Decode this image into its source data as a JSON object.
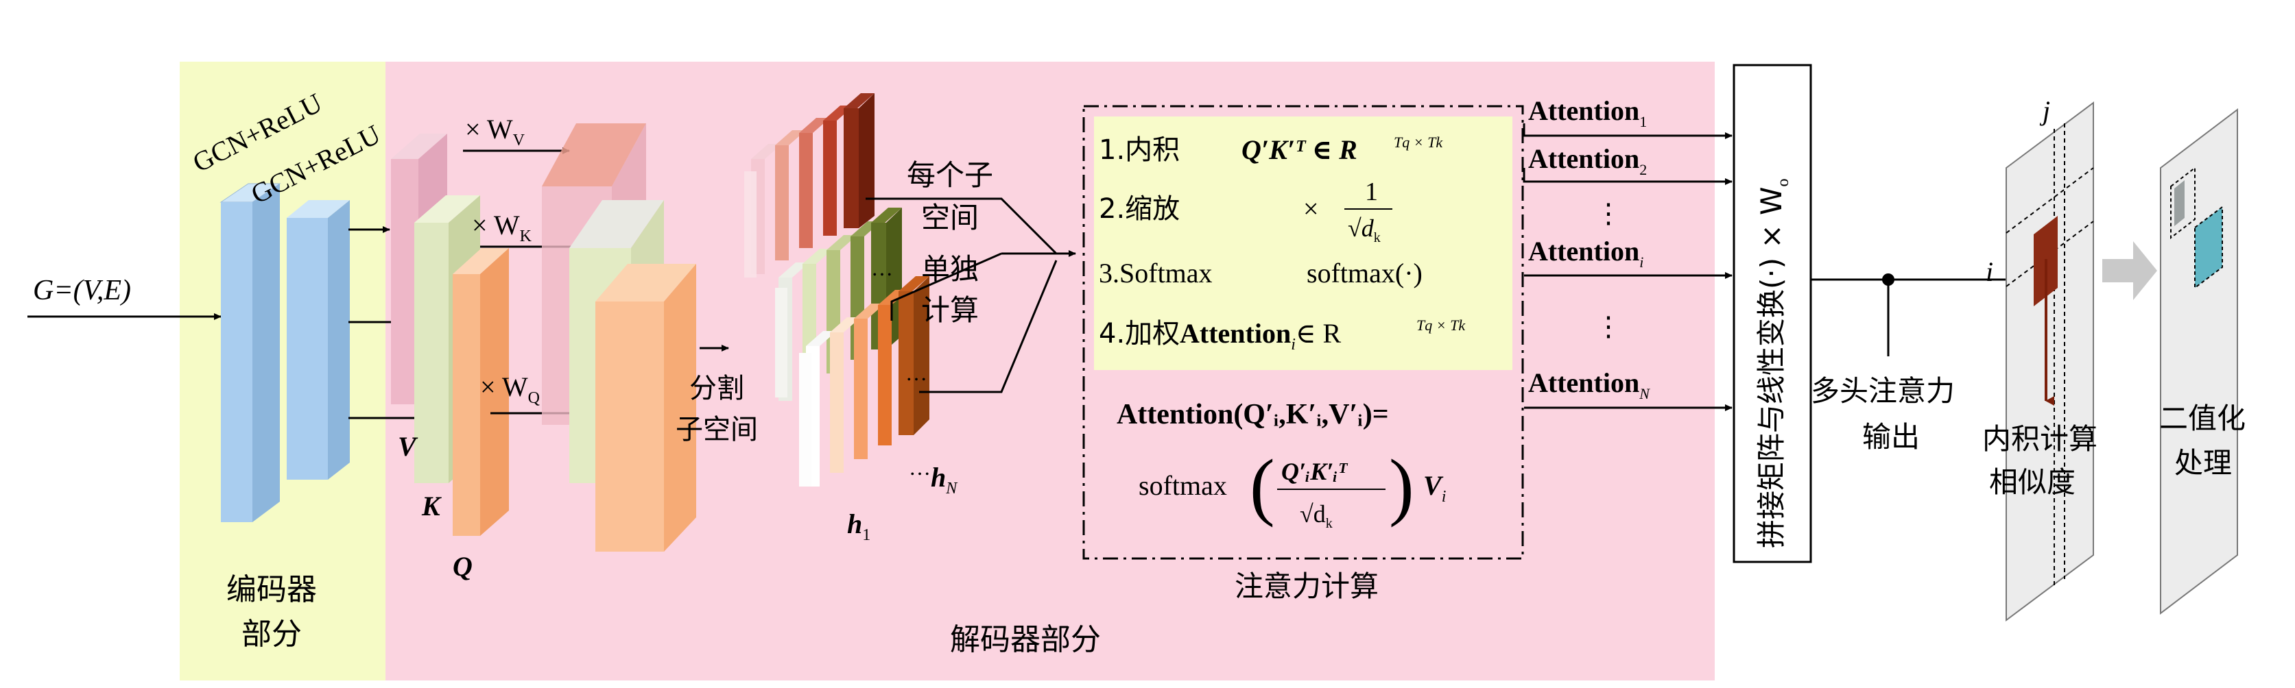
{
  "input": {
    "text": "G=(V,E)"
  },
  "encoder": {
    "layer1_label": "GCN+ReLU",
    "layer2_label": "GCN+ReLU",
    "title_line1": "编码器",
    "title_line2": "部分"
  },
  "decoder": {
    "title": "解码器部分",
    "wv": "× W",
    "wv_sub": "V",
    "wk": "× W",
    "wk_sub": "K",
    "wq": "× W",
    "wq_sub": "Q",
    "v_label": "V",
    "k_label": "K",
    "q_label": "Q",
    "split_line1": "分割",
    "split_line2": "子空间",
    "h1": "h",
    "h1_sub": "1",
    "hN": "h",
    "hN_sub": "N",
    "dots": "…",
    "each_line1": "每个子",
    "each_line2": "空间",
    "each_line3": "单独",
    "each_line4": "计算"
  },
  "attention_box": {
    "step1_label": "1.内积",
    "step1_formula": "Q′K′ᵀ ∈ R",
    "step1_sup": "Tq × Tk",
    "step2_label": "2.缩放",
    "step2_formula_times": "×",
    "step2_num": "1",
    "step2_den": "d",
    "step2_den_sub": "k",
    "step3_label": "3.Softmax",
    "step3_formula": "softmax(·)",
    "step4_label": "4.加权",
    "step4_formula": "Attention",
    "step4_sub": "i",
    "step4_rest": "∈ R",
    "step4_sup": "Tq × Tk",
    "eq_line1": "Attention(Q′ᵢ,K′ᵢ,V′ᵢ)=",
    "eq_softmax": "softmax",
    "eq_num": "Q′ᵢK′ᵢᵀ",
    "eq_den": "√d",
    "eq_den_sub": "k",
    "eq_v": "V",
    "eq_v_sub": "i",
    "caption": "注意力计算"
  },
  "outputs": [
    {
      "label": "Attention",
      "sub": "1"
    },
    {
      "label": "Attention",
      "sub": "2"
    },
    {
      "label": "Attention",
      "sub": "i"
    },
    {
      "label": "Attention",
      "sub": "N"
    }
  ],
  "vdots": "⋮",
  "concat_box": {
    "text": "拼接矩阵与线性变换(·) × W",
    "sub": "o"
  },
  "multihead": {
    "line1": "多头注意力",
    "line2": "输出"
  },
  "similarity": {
    "i_label": "i",
    "j_label": "j",
    "line1": "内积计算",
    "line2": "相似度"
  },
  "binarize": {
    "line1": "二值化",
    "line2": "处理"
  },
  "colors": {
    "encoder_bg": "#f6fbc6",
    "decoder_bg": "#fbd4e0",
    "formula_bg": "#f8fbca",
    "gcn_blue": "#a9cdef",
    "orange": "#f9b98a",
    "green": "#dfe8c1",
    "pink": "#eeb7c8",
    "dark_red": "#8c2b14"
  }
}
